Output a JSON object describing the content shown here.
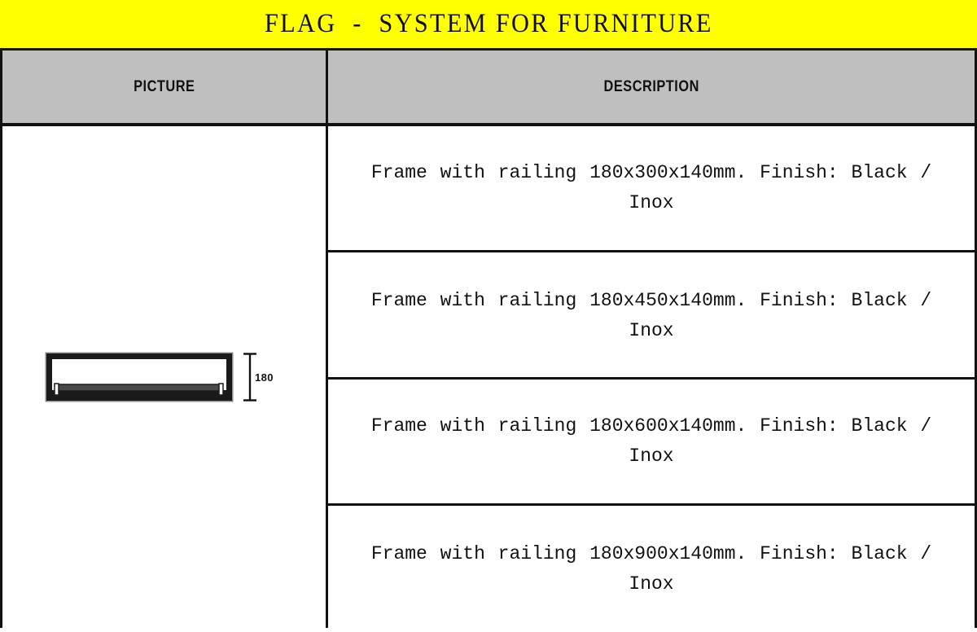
{
  "document": {
    "title": "FLAG  -  SYSTEM FOR FURNITURE",
    "banner_color": "#ffff00",
    "line_color": "#111111",
    "header_bg": "#bfbfbf"
  },
  "table": {
    "columns": [
      {
        "key": "picture",
        "label": "PICTURE"
      },
      {
        "key": "description",
        "label": "DESCRIPTION"
      }
    ],
    "picture": {
      "caption": "technical-drawing-frame-with-railing",
      "dimension_label": "180"
    },
    "rows": [
      {
        "description": "Frame with railing 180x300x140mm. Finish: Black / Inox"
      },
      {
        "description": "Frame with railing 180x450x140mm. Finish: Black / Inox"
      },
      {
        "description": "Frame with railing 180x600x140mm. Finish: Black / Inox"
      },
      {
        "description": "Frame with railing 180x900x140mm. Finish: Black / Inox"
      }
    ]
  }
}
